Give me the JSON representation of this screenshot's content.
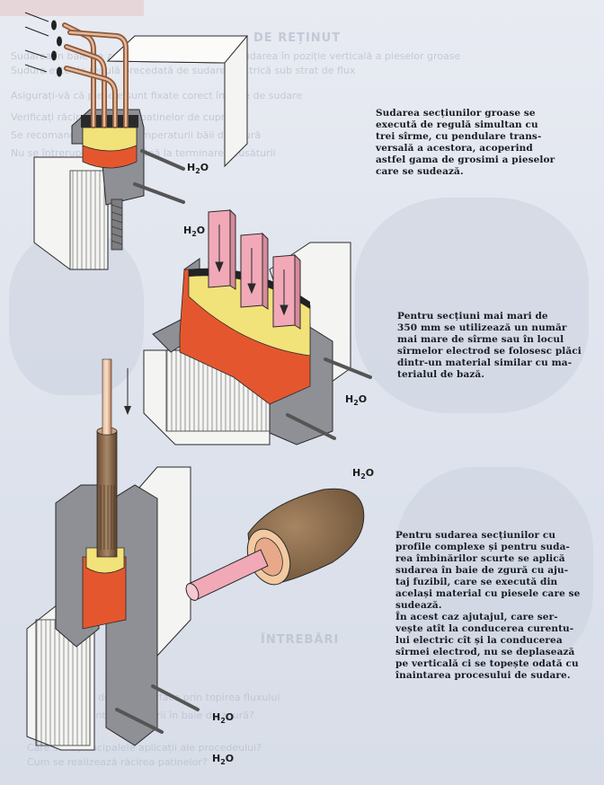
{
  "ghost_text": {
    "title": "DE REȚINUT",
    "lines": [
      "Sudarea în baie de zgură se utilizează pentru sudarea în poziție verticală a pieselor groase",
      "Sudura este de regulă precedată de sudare electrică sub strat de flux",
      "Asigurați-vă că piesele sunt fixate corect înainte de sudare",
      "Verificați răcirea cu apă a patinelor de cupru",
      "Se recomandă controlul temperaturii băii de zgură",
      "Nu se întrerupe procesul până la terminarea cusăturii"
    ],
    "bottom_title": "ÎNTREBĂRI",
    "bottom_lines": [
      "Formarea băii de zgură se face prin topirea fluxului",
      "Care sunt avantajele sudării în baie de zgură?",
      "Care sunt principalele aplicații ale procedeului?",
      "Cum se realizează răcirea patinelor?"
    ]
  },
  "labels": {
    "h2o": "H",
    "h2o_sub": "2",
    "h2o_tail": "O"
  },
  "descriptions": [
    {
      "lines": [
        "Sudarea secțiunilor groase se",
        "execută de regulă simultan cu",
        "trei sîrme, cu pendulare trans-",
        "versală a acestora, acoperind",
        "astfel gama de grosimi a pieselor",
        "care se sudează."
      ]
    },
    {
      "lines": [
        "Pentru secțiuni mai mari de",
        "350 mm se utilizează un număr",
        "mai mare de sîrme sau în locul",
        "sîrmelor electrod se folosesc plăci",
        "dintr-un material similar cu ma-",
        "terialul de bază."
      ]
    },
    {
      "lines": [
        "Pentru sudarea secțiunilor cu",
        "profile complexe și pentru suda-",
        "rea îmbinărilor scurte se aplică",
        "sudarea în baie de zgură cu aju-",
        "taj fuzibil, care se execută din",
        "același material cu piesele care se",
        "sudează.",
        "În acest caz ajutajul, care ser-",
        "vește atît la conducerea curentu-",
        "lui electric cît și la conducerea",
        "sîrmei electrod, nu se deplasează",
        "pe verticală ci se topește odată cu",
        "înaintarea procesului de sudare."
      ]
    }
  ],
  "colors": {
    "metal_white": "#f4f4f2",
    "metal_edge": "#2a2a2a",
    "copper_shoe": "#8e9096",
    "slag_yellow": "#f2e27a",
    "weld_red": "#e4572e",
    "plate_pink": "#f1a9b8",
    "wire_copper": "#b8754a",
    "nozzle_brown": "#8b6a4b"
  }
}
